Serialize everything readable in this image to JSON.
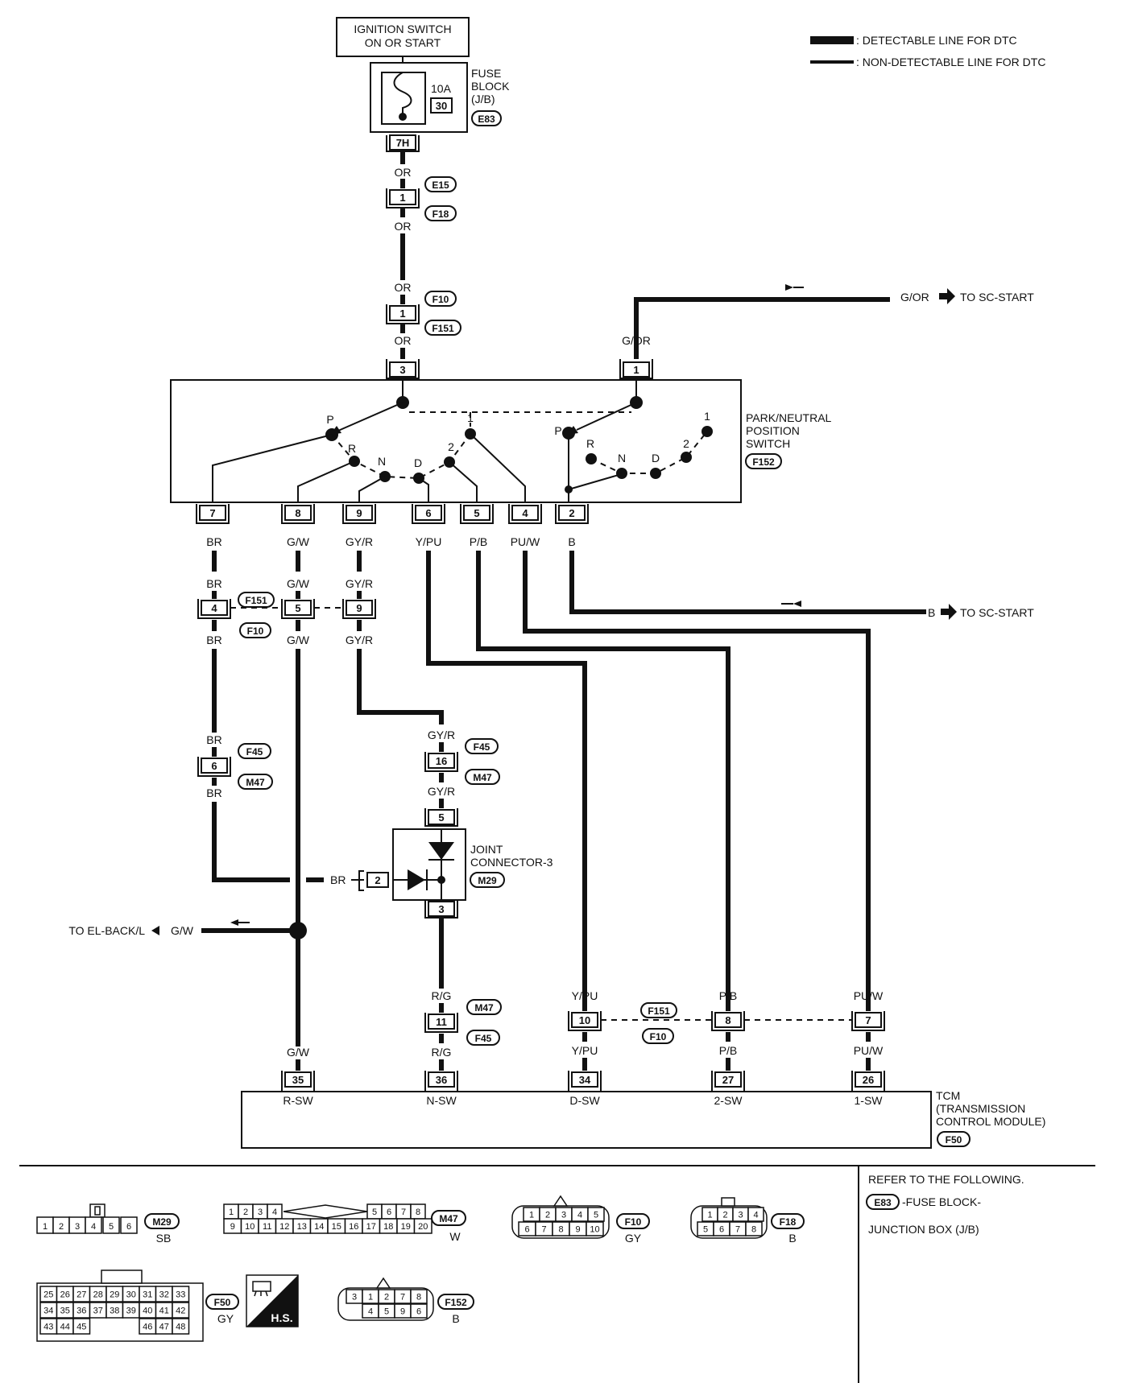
{
  "legend": {
    "detectable": ": DETECTABLE LINE FOR DTC",
    "non_detectable": ": NON-DETECTABLE LINE FOR DTC"
  },
  "ignition": {
    "line1": "IGNITION SWITCH",
    "line2": "ON OR START"
  },
  "fuse_block": {
    "l1": "FUSE",
    "l2": "BLOCK",
    "l3": "(J/B)",
    "amp": "10A",
    "num": "30",
    "id": "E83",
    "pin": "7H"
  },
  "wires": {
    "or": "OR",
    "gor": "G/OR",
    "br": "BR",
    "gw": "G/W",
    "gyr": "GY/R",
    "ypu": "Y/PU",
    "pb": "P/B",
    "puw": "PU/W",
    "b": "B",
    "rg": "R/G"
  },
  "connectors": {
    "e15": "E15",
    "f18": "F18",
    "f10": "F10",
    "f151": "F151",
    "f152": "F152",
    "f45": "F45",
    "m47": "M47",
    "m29": "M29",
    "f50": "F50"
  },
  "pnp_switch": {
    "l1": "PARK/NEUTRAL",
    "l2": "POSITION",
    "l3": "SWITCH",
    "pins": [
      "7",
      "8",
      "9",
      "6",
      "5",
      "4",
      "2",
      "3",
      "1"
    ],
    "positions": [
      "P",
      "R",
      "N",
      "D",
      "2",
      "1"
    ]
  },
  "tc": {
    "g_or": "G/OR",
    "b": "B",
    "to_start": "TO SC-START",
    "to_back": "TO EL-BACK/L",
    "gw": "G/W"
  },
  "pins": {
    "p1": "1",
    "p4": "4",
    "p5": "5",
    "p9": "9",
    "p6": "6",
    "p16": "16",
    "p2": "2",
    "p3": "3",
    "p11": "11",
    "p10": "10",
    "p8": "8",
    "p7": "7"
  },
  "joint": {
    "l1": "JOINT",
    "l2": "CONNECTOR-3",
    "id": "M29"
  },
  "tcm": {
    "l1": "TCM",
    "l2": "(TRANSMISSION",
    "l3": "CONTROL MODULE)",
    "id": "F50",
    "pins": [
      "35",
      "36",
      "34",
      "27",
      "26"
    ],
    "labels": [
      "R-SW",
      "N-SW",
      "D-SW",
      "2-SW",
      "1-SW"
    ]
  },
  "refer": {
    "l1": "REFER TO THE FOLLOWING.",
    "id": "E83",
    "l2": "-FUSE BLOCK-",
    "l3": "JUNCTION BOX (J/B)"
  },
  "connector_views": {
    "m29": {
      "id": "M29",
      "color": "SB",
      "row": [
        "1",
        "2",
        "3",
        "4",
        "5",
        "6"
      ]
    },
    "m47": {
      "id": "M47",
      "color": "W",
      "top": [
        "1",
        "2",
        "3",
        "4",
        "5",
        "6",
        "7",
        "8"
      ],
      "bottom": [
        "9",
        "10",
        "11",
        "12",
        "13",
        "14",
        "15",
        "16",
        "17",
        "18",
        "19",
        "20"
      ]
    },
    "f10": {
      "id": "F10",
      "color": "GY",
      "top": [
        "1",
        "2",
        "3",
        "4",
        "5"
      ],
      "bottom": [
        "6",
        "7",
        "8",
        "9",
        "10"
      ]
    },
    "f18": {
      "id": "F18",
      "color": "B",
      "top": [
        "1",
        "2",
        "3",
        "4"
      ],
      "bottom": [
        "5",
        "6",
        "7",
        "8"
      ]
    },
    "f50": {
      "id": "F50",
      "color": "GY",
      "hs": "H.S.",
      "r1": [
        "25",
        "26",
        "27",
        "28",
        "29",
        "30",
        "31",
        "32",
        "33"
      ],
      "r2": [
        "34",
        "35",
        "36",
        "37",
        "38",
        "39",
        "40",
        "41",
        "42"
      ],
      "r3": [
        "43",
        "44",
        "45",
        "46",
        "47",
        "48"
      ]
    },
    "f152": {
      "id": "F152",
      "color": "B",
      "top": [
        "3",
        "1",
        "2",
        "7",
        "8"
      ],
      "bottom": [
        "4",
        "5",
        "9",
        "6"
      ]
    }
  }
}
